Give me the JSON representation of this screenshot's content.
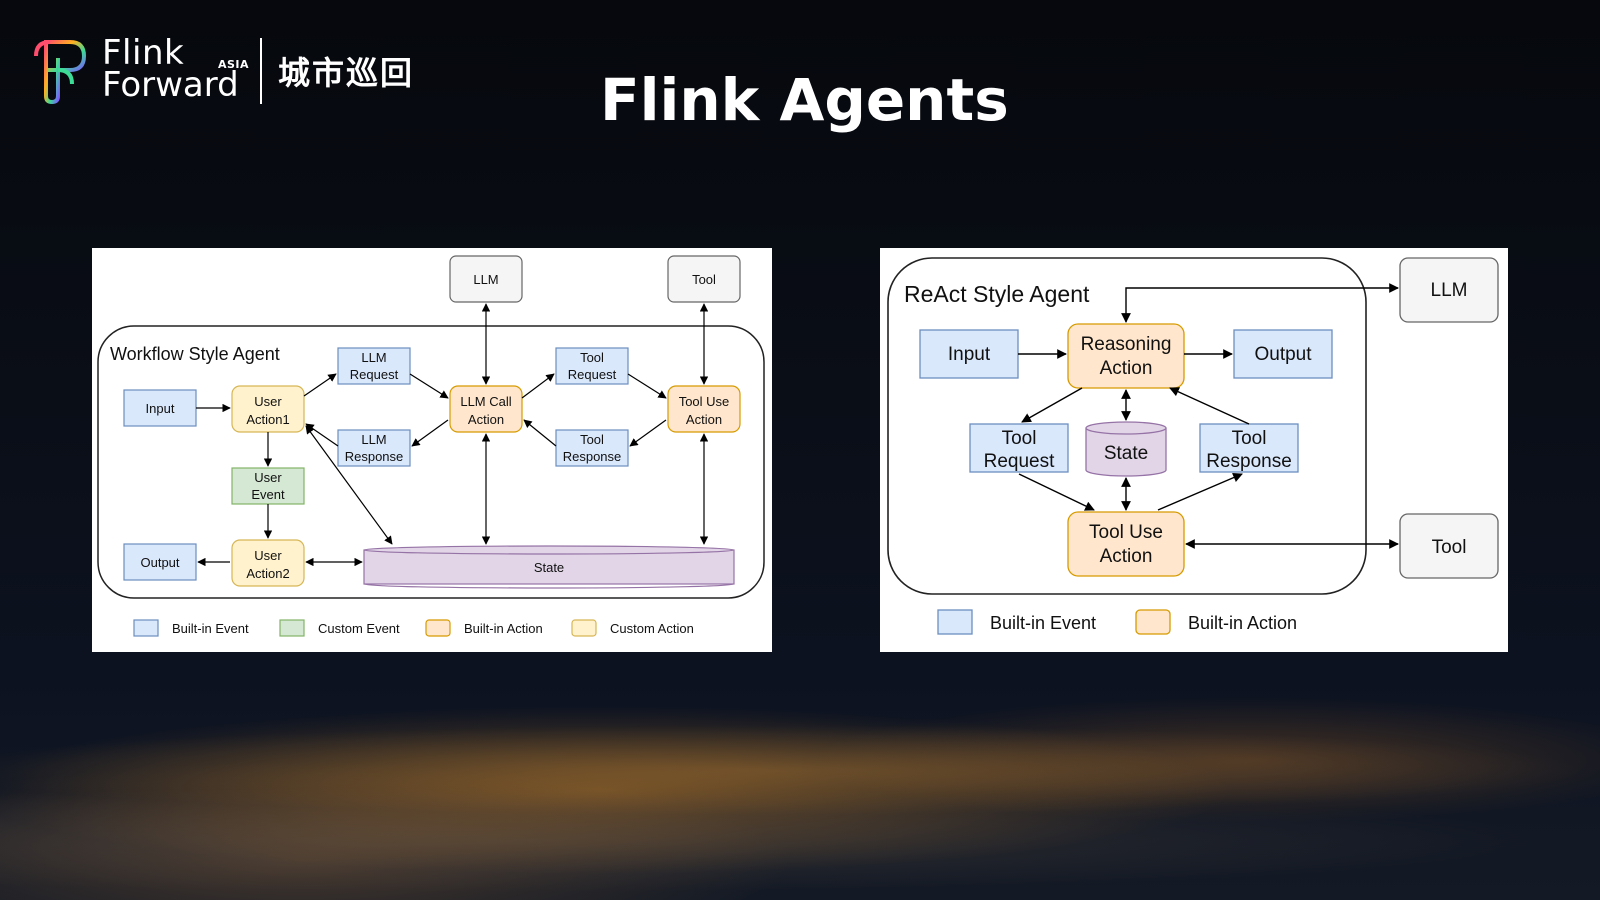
{
  "slide": {
    "title": "Flink Agents"
  },
  "logo": {
    "line1": "Flink",
    "line2": "Forward",
    "badge": "ASIA",
    "city_tour": "城市巡回"
  },
  "colors": {
    "built_in_event": "#dae8fc",
    "custom_event": "#d5e8d4",
    "built_in_action": "#ffe6cc",
    "custom_action": "#fff2cc",
    "state": "#e1d5e7",
    "external": "#f5f5f5"
  },
  "workflow": {
    "title": "Workflow Style Agent",
    "nodes": {
      "llm": "LLM",
      "tool": "Tool",
      "input": "Input",
      "user_action1": [
        "User",
        "Action1"
      ],
      "llm_request": [
        "LLM",
        "Request"
      ],
      "llm_response": [
        "LLM",
        "Response"
      ],
      "llm_call_action": [
        "LLM Call",
        "Action"
      ],
      "tool_request": [
        "Tool",
        "Request"
      ],
      "tool_response": [
        "Tool",
        "Response"
      ],
      "tool_use_action": [
        "Tool Use",
        "Action"
      ],
      "user_event": [
        "User",
        "Event"
      ],
      "output": "Output",
      "user_action2": [
        "User",
        "Action2"
      ],
      "state": "State"
    },
    "legend": [
      "Built-in Event",
      "Custom Event",
      "Built-in Action",
      "Custom Action"
    ]
  },
  "react": {
    "title": "ReAct Style Agent",
    "nodes": {
      "llm": "LLM",
      "tool": "Tool",
      "input": "Input",
      "reasoning_action": [
        "Reasoning",
        "Action"
      ],
      "output": "Output",
      "tool_request": [
        "Tool",
        "Request"
      ],
      "state": "State",
      "tool_response": [
        "Tool",
        "Response"
      ],
      "tool_use_action": [
        "Tool Use",
        "Action"
      ]
    },
    "legend": [
      "Built-in Event",
      "Built-in Action"
    ]
  }
}
